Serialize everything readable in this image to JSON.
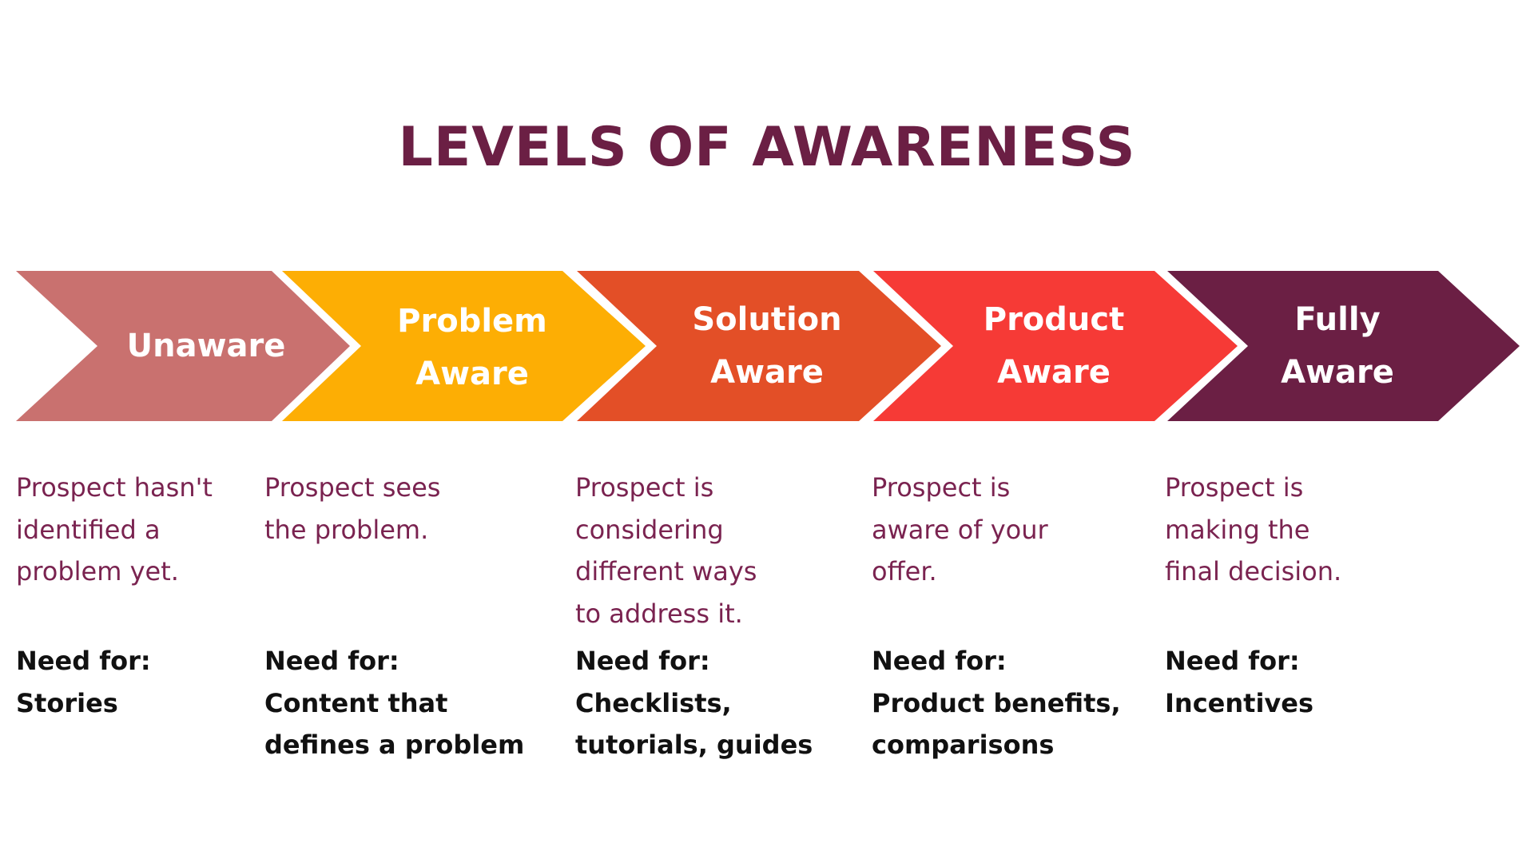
{
  "title": "LEVELS OF AWARENESS",
  "colors": {
    "title": "#6b1f44",
    "description": "#7a2350",
    "unaware": "#c9716f",
    "problem": "#fdae04",
    "solution": "#e34f27",
    "product": "#f63a36",
    "fully": "#6b1f44"
  },
  "stages": [
    {
      "label_line1": "Unaware",
      "label_line2": "",
      "description": [
        "Prospect hasn't",
        "identified a",
        "problem yet."
      ],
      "need_label": "Need for:",
      "need": [
        "Stories"
      ]
    },
    {
      "label_line1": "Problem",
      "label_line2": "Aware",
      "description": [
        "Prospect sees",
        "the problem."
      ],
      "need_label": "Need for:",
      "need": [
        "Content that",
        "defines a problem"
      ]
    },
    {
      "label_line1": "Solution",
      "label_line2": "Aware",
      "description": [
        "Prospect is",
        "considering",
        "different ways",
        "to address it."
      ],
      "need_label": "Need for:",
      "need": [
        "Checklists,",
        "tutorials, guides"
      ]
    },
    {
      "label_line1": "Product",
      "label_line2": "Aware",
      "description": [
        "Prospect is",
        "aware of your",
        "offer."
      ],
      "need_label": "Need for:",
      "need": [
        "Product benefits,",
        "comparisons"
      ]
    },
    {
      "label_line1": "Fully",
      "label_line2": "Aware",
      "description": [
        "Prospect is",
        "making the",
        "final decision."
      ],
      "need_label": "Need for:",
      "need": [
        "Incentives"
      ]
    }
  ]
}
